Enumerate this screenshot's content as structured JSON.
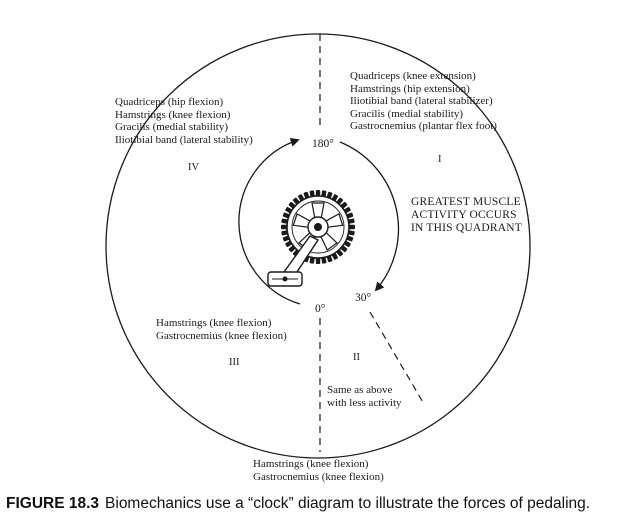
{
  "quadrant_I": {
    "numeral": "I",
    "muscles": [
      "Quadriceps (knee extension)",
      "Hamstrings (hip extension)",
      "Iliotibial band (lateral stabilizer)",
      "Gracilis (medial stability)",
      "Gastrocnemius (plantar flex foot)"
    ]
  },
  "quadrant_II": {
    "numeral": "II",
    "note": [
      "Same as above",
      "with less activity"
    ]
  },
  "quadrant_III": {
    "numeral": "III",
    "muscles": [
      "Hamstrings (knee flexion)",
      "Gastrocnemius (knee flexion)"
    ]
  },
  "quadrant_IV": {
    "numeral": "IV",
    "muscles": [
      "Quadriceps (hip flexion)",
      "Hamstrings (knee flexion)",
      "Gracilis (medial stability)",
      "Iliotibial band (lateral stability)"
    ]
  },
  "bottom_label": [
    "Hamstrings (knee flexion)",
    "Gastrocnemius (knee flexion)"
  ],
  "angles": {
    "top": "180°",
    "bottom": "0°",
    "right": "30°"
  },
  "emphasis": [
    "GREATEST MUSCLE",
    "ACTIVITY OCCURS",
    "IN THIS QUADRANT"
  ],
  "caption": {
    "label": "FIGURE 18.3",
    "text": "Biomechanics use a “clock” diagram to illustrate the forces of pedaling."
  },
  "colors": {
    "ink": "#1a1a1a",
    "background": "#ffffff"
  }
}
